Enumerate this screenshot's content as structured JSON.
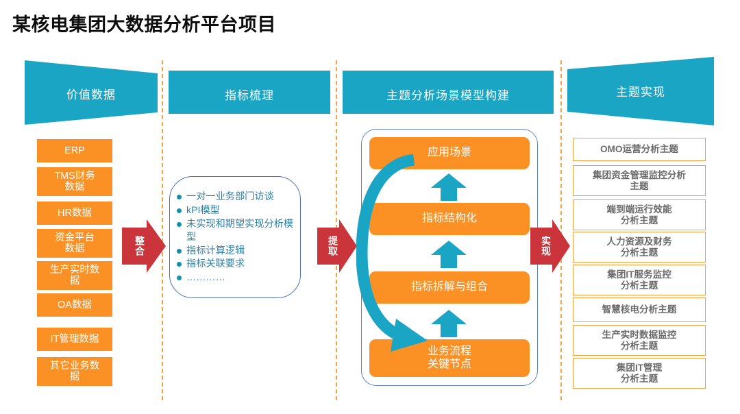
{
  "title": "某核电集团大数据分析平台项目",
  "colors": {
    "teal": "#1BA5C4",
    "orange": "#FB9124",
    "orange_border": "#F5A03C",
    "red": "#C9353B",
    "blue_border": "#4A6FB5",
    "bullet_text": "#2E7FA5",
    "chip_text": "#6B6B6B",
    "divider": "#F5A03C"
  },
  "stages": [
    {
      "label": "价值数据",
      "shape": "trapezoid-narrow-right"
    },
    {
      "label": "指标梳理",
      "shape": "rectangle"
    },
    {
      "label": "主题分析场景模型构建",
      "shape": "rectangle"
    },
    {
      "label": "主题实现",
      "shape": "trapezoid-wide-right"
    }
  ],
  "connectors": [
    {
      "label": "整合",
      "name": "integrate-arrow"
    },
    {
      "label": "提取",
      "name": "extract-arrow"
    },
    {
      "label": "实现",
      "name": "realize-arrow"
    }
  ],
  "value_data": {
    "items": [
      "ERP",
      "TMS财务\n数据",
      "HR数据",
      "资金平台\n数据",
      "生产实时数\n据",
      "OA数据",
      "IT管理数据",
      "其它业务数\n据"
    ]
  },
  "indicator_combing": {
    "bullets": [
      "一对一业务部门访谈",
      "kPI模型",
      "未实现和期望实现分析模型",
      "指标计算逻辑",
      "指标关联要求",
      "…………"
    ]
  },
  "scenario_model": {
    "boxes": [
      "应用场景",
      "指标结构化",
      "指标拆解与组合",
      "业务流程\n关键节点"
    ],
    "flow_direction": "bottom-to-top",
    "feedback_arrow": "top-to-bottom-curved"
  },
  "theme_realization": {
    "items": [
      "OMO运营分析主题",
      "集团资金管理监控分析\n主题",
      "端到端运行效能\n分析主题",
      "人力资源及财务\n分析主题",
      "集团IT服务监控\n分析主题",
      "智慧核电分析主题",
      "生产实时数据监控\n分析主题",
      "集团IT管理\n分析主题"
    ]
  }
}
